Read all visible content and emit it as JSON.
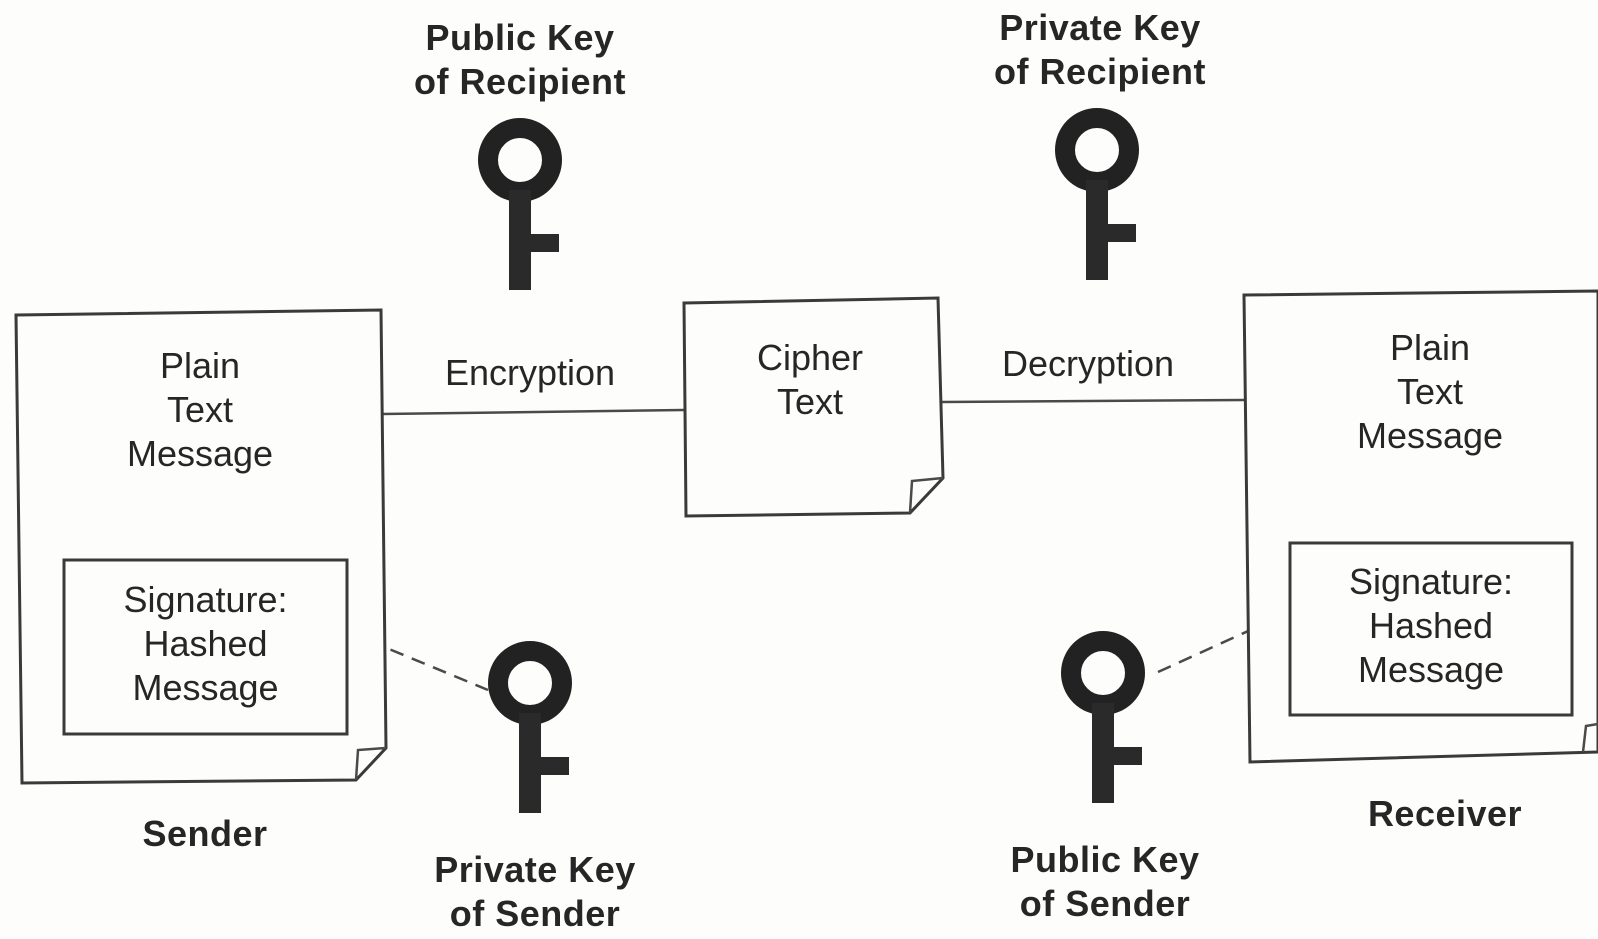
{
  "sender": {
    "document_text": "Plain\nText\nMessage",
    "signature_text": "Signature:\nHashed\nMessage",
    "caption": "Sender"
  },
  "receiver": {
    "document_text": "Plain\nText\nMessage",
    "signature_text": "Signature:\nHashed\nMessage",
    "caption": "Receiver"
  },
  "cipher": {
    "text": "Cipher\nText"
  },
  "edges": {
    "encryption": "Encryption",
    "decryption": "Decryption"
  },
  "keys": {
    "public_key_recipient": "Public Key\nof Recipient",
    "private_key_recipient": "Private Key\nof Recipient",
    "private_key_sender": "Private Key\nof Sender",
    "public_key_sender": "Public Key\nof Sender"
  },
  "colors": {
    "ink": "#1c1c1c",
    "paper": "#fdfdfb",
    "key": "#222222"
  }
}
